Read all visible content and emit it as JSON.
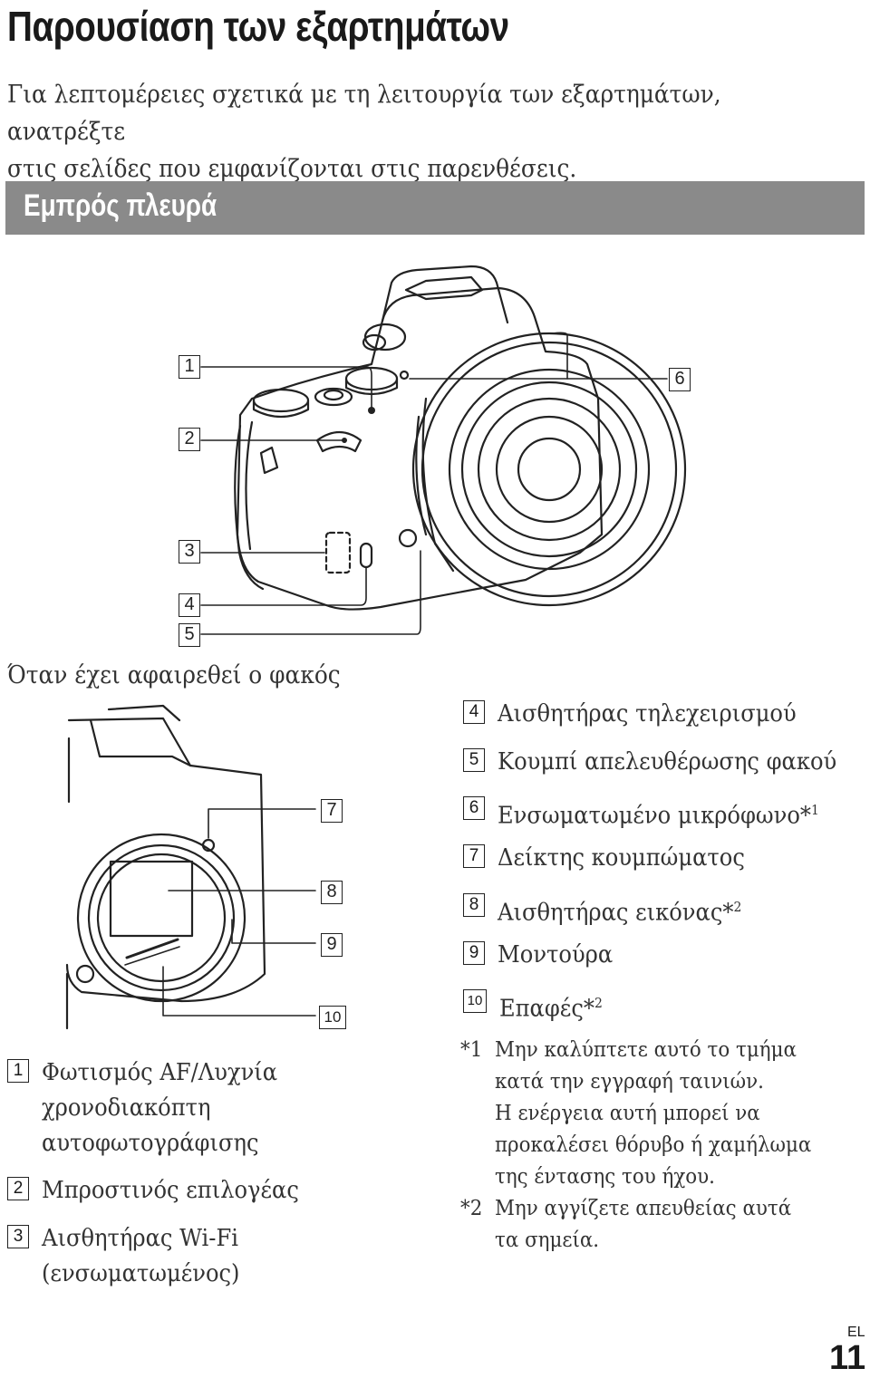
{
  "page": {
    "title": "Παρουσίαση των εξαρτημάτων",
    "intro_line1": "Για λεπτομέρειες σχετικά με τη λειτουργία των εξαρτημάτων, ανατρέξτε",
    "intro_line2": "στις σελίδες που εμφανίζονται στις παρενθέσεις.",
    "section_title": "Εμπρός πλευρά",
    "subcaption": "Όταν έχει αφαιρεθεί ο φακός",
    "language": "EL",
    "page_number": "11"
  },
  "callouts": [
    "1",
    "2",
    "3",
    "4",
    "5",
    "6",
    "7",
    "8",
    "9",
    "10"
  ],
  "legend_left": [
    {
      "num": "1",
      "lines": [
        "Φωτισμός AF/Λυχνία",
        "χρονοδιακόπτη",
        "αυτοφωτογράφισης"
      ]
    },
    {
      "num": "2",
      "lines": [
        "Μπροστινός επιλογέας"
      ]
    },
    {
      "num": "3",
      "lines": [
        "Αισθητήρας Wi-Fi",
        "(ενσωματωμένος)"
      ]
    }
  ],
  "legend_right": [
    {
      "num": "4",
      "text": "Αισθητήρας τηλεχειρισμού",
      "sup": ""
    },
    {
      "num": "5",
      "text": "Κουμπί απελευθέρωσης φακού",
      "sup": ""
    },
    {
      "num": "6",
      "text": "Ενσωματωμένο μικρόφωνο*",
      "sup": "1"
    },
    {
      "num": "7",
      "text": "Δείκτης κουμπώματος",
      "sup": ""
    },
    {
      "num": "8",
      "text": "Αισθητήρας εικόνας*",
      "sup": "2"
    },
    {
      "num": "9",
      "text": "Μοντούρα",
      "sup": ""
    },
    {
      "num": "10",
      "text": "Επαφές*",
      "sup": "2"
    }
  ],
  "notes": [
    {
      "mark": "*1",
      "lines": [
        "Μην καλύπτετε αυτό το τμήμα",
        "κατά την εγγραφή ταινιών.",
        "Η ενέργεια αυτή μπορεί να",
        "προκαλέσει θόρυβο ή χαμήλωμα",
        "της έντασης του ήχου."
      ]
    },
    {
      "mark": "*2",
      "lines": [
        "Μην αγγίζετε απευθείας αυτά",
        "τα σημεία."
      ]
    }
  ]
}
